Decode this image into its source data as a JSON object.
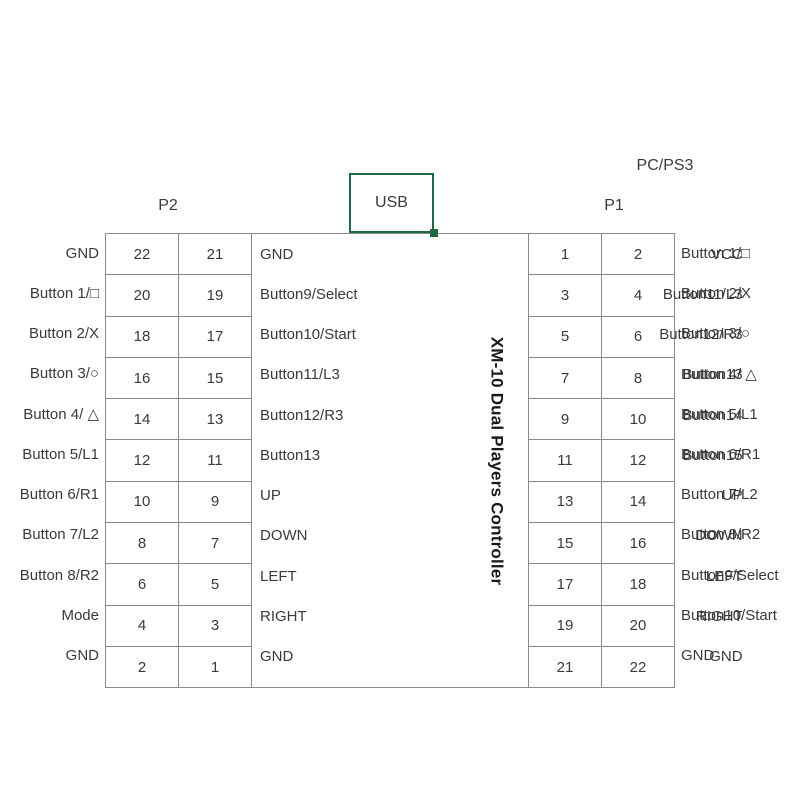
{
  "diagram": {
    "product_title": "XM-10 Dual Players Controller",
    "usb_label": "USB",
    "host_label": "PC/PS3",
    "port_p1_label": "P1",
    "port_p2_label": "P2",
    "accent_color": "#1f6b41",
    "border_color": "#8a8a8a",
    "text_color": "#3a3a3a"
  },
  "p2": {
    "outer_labels": [
      "GND",
      "Button 1/□",
      "Button 2/X",
      "Button 3/○",
      "Button 4/ △",
      "Button 5/L1",
      "Button 6/R1",
      "Button 7/L2",
      "Button 8/R2",
      "Mode",
      "GND"
    ],
    "outer_pins": [
      22,
      20,
      18,
      16,
      14,
      12,
      10,
      8,
      6,
      4,
      2
    ],
    "inner_pins": [
      21,
      19,
      17,
      15,
      13,
      11,
      9,
      7,
      5,
      3,
      1
    ],
    "inner_labels": [
      "GND",
      "Button9/Select",
      "Button10/Start",
      "Button11/L3",
      "Button12/R3",
      "Button13",
      "UP",
      "DOWN",
      "LEFT",
      "RIGHT",
      "GND"
    ]
  },
  "p1": {
    "inner_labels": [
      "VCC",
      "Button11/L3",
      "Button12/R3",
      "Button13",
      "Button14",
      "Button15",
      "UP",
      "DOWN",
      "LEFT",
      "RIGHT",
      "GND"
    ],
    "inner_pins": [
      1,
      3,
      5,
      7,
      9,
      11,
      13,
      15,
      17,
      19,
      21
    ],
    "outer_pins": [
      2,
      4,
      6,
      8,
      10,
      12,
      14,
      16,
      18,
      20,
      22
    ],
    "outer_labels": [
      "Button 1/□",
      "Button 2/X",
      "Button 3/○",
      "Button 4/ △",
      "Button 5/L1",
      "Button 6/R1",
      "Button 7/L2",
      "Button 8/R2",
      "Button9/Select",
      "Button10/Start",
      "GND"
    ]
  }
}
